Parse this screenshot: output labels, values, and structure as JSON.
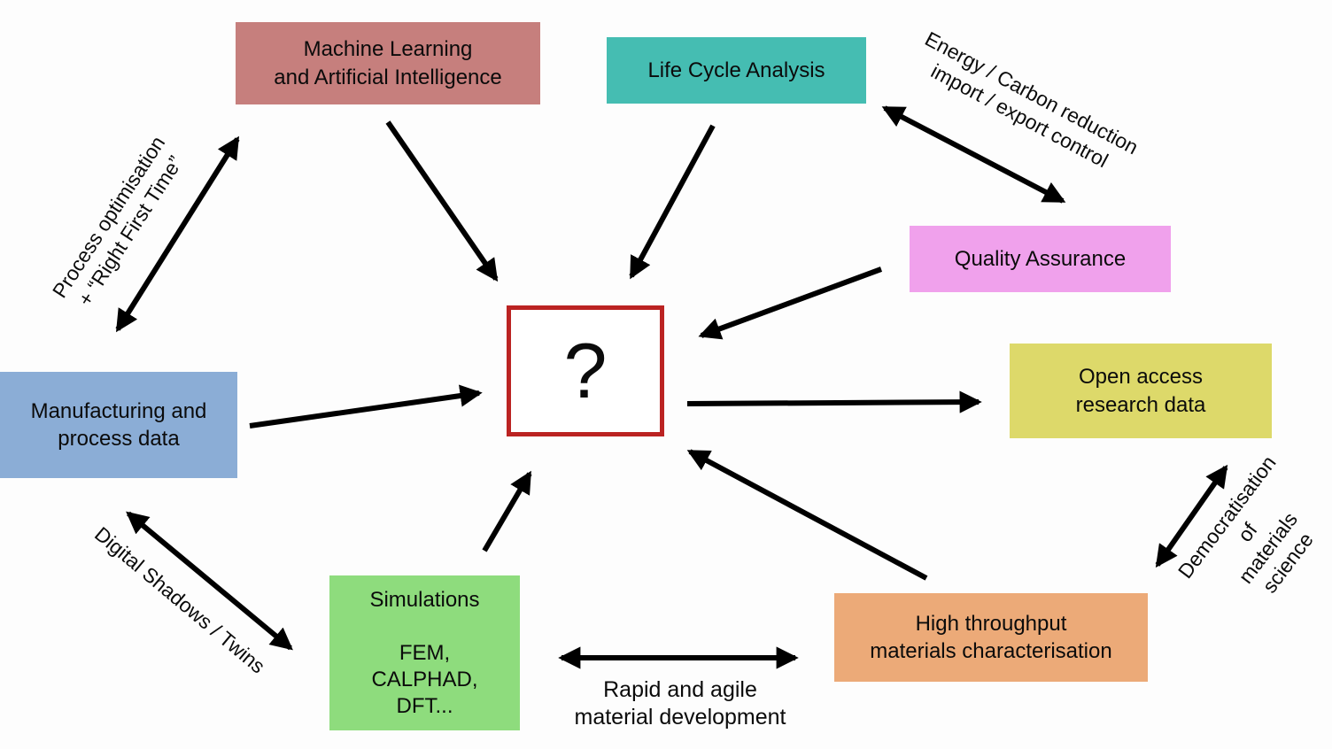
{
  "diagram": {
    "center": {
      "label": "?",
      "border_color": "#bb2322"
    },
    "nodes": {
      "machine_learning": {
        "label": "Machine Learning\nand Artificial Intelligence",
        "color": "#c67f7d"
      },
      "life_cycle": {
        "label": "Life Cycle Analysis",
        "color": "#45bdb2"
      },
      "quality_assurance": {
        "label": "Quality Assurance",
        "color": "#f0a1ec"
      },
      "open_access": {
        "label": "Open access\nresearch data",
        "color": "#ddd96a"
      },
      "manufacturing": {
        "label": "Manufacturing and\nprocess data",
        "color": "#8badd6"
      },
      "simulations": {
        "label": "Simulations\n\nFEM,\nCALPHAD,\nDFT...",
        "color": "#8edc7d"
      },
      "high_throughput": {
        "label": "High throughput\nmaterials characterisation",
        "color": "#ecaa78"
      }
    },
    "edge_labels": {
      "process_optimisation": "Process optimisation\n+ “Right First Time”",
      "energy_carbon": "Energy / Carbon reduction\nimport / export control",
      "digital_shadows": "Digital Shadows / Twins",
      "democratisation": "Democratisation of\nmaterials science",
      "rapid_agile": "Rapid and agile\nmaterial development"
    },
    "edges": [
      {
        "from": "machine_learning",
        "to": "center",
        "type": "single"
      },
      {
        "from": "life_cycle",
        "to": "center",
        "type": "single"
      },
      {
        "from": "quality_assurance",
        "to": "center",
        "type": "single"
      },
      {
        "from": "manufacturing",
        "to": "center",
        "type": "single"
      },
      {
        "from": "center",
        "to": "open_access",
        "type": "single"
      },
      {
        "from": "simulations",
        "to": "center",
        "type": "single"
      },
      {
        "from": "high_throughput",
        "to": "center",
        "type": "single"
      },
      {
        "from": "manufacturing",
        "to": "machine_learning",
        "type": "double",
        "label": "process_optimisation"
      },
      {
        "from": "life_cycle",
        "to": "quality_assurance",
        "type": "double",
        "label": "energy_carbon"
      },
      {
        "from": "manufacturing",
        "to": "simulations",
        "type": "double",
        "label": "digital_shadows"
      },
      {
        "from": "simulations",
        "to": "high_throughput",
        "type": "double",
        "label": "rapid_agile"
      },
      {
        "from": "open_access",
        "to": "high_throughput",
        "type": "double",
        "label": "democratisation"
      }
    ],
    "arrow_color": "#000000"
  }
}
